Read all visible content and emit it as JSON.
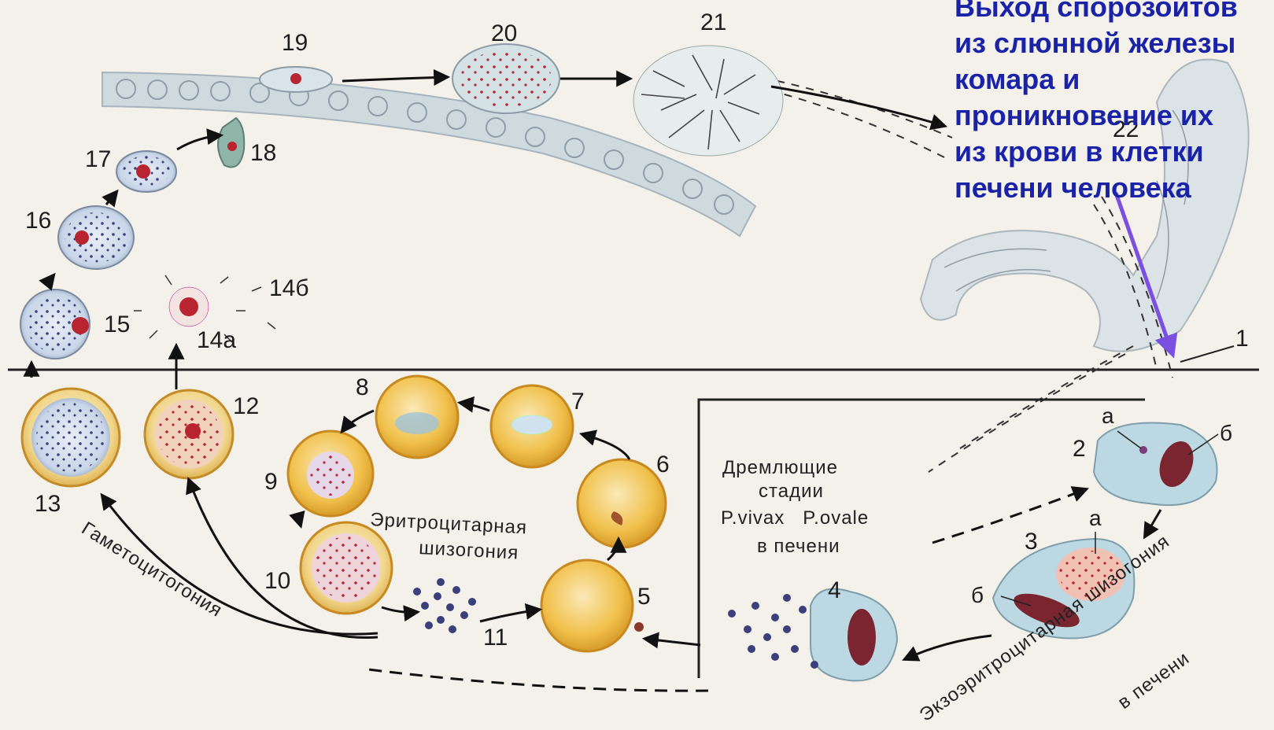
{
  "stage_numbers": [
    "1",
    "2",
    "3",
    "4",
    "5",
    "6",
    "7",
    "8",
    "9",
    "10",
    "11",
    "12",
    "13",
    "14а",
    "14б",
    "15",
    "16",
    "17",
    "18",
    "19",
    "20",
    "21",
    "22"
  ],
  "sub_labels": {
    "a": "а",
    "b": "б"
  },
  "captions": {
    "dormant_line1": "Дремлющие",
    "dormant_line2": "стадии",
    "dormant_line3": "P.vivax   P.ovale",
    "dormant_line4": "в печени",
    "erythro_line1": "Эритроцитарная",
    "erythro_line2": "шизогония",
    "gametocytogony": "Гаметоцитогония",
    "exoerythro_line1": "Экзоэритроцитарная шизогония",
    "exoerythro_line2": "в печени"
  },
  "note_lines": [
    "Выход спорозоитов",
    "из слюнной железы",
    "комара и",
    "проникновение их",
    "из крови в клетки",
    "печени человека"
  ],
  "colors": {
    "note_text": "#1a23a8",
    "note_arrow": "#7b4fe0",
    "erythrocyte": "#f1c44a",
    "parasite": "#b8242f",
    "liver_cell": "#bcd8e2",
    "gut_wall": "#c9d6de"
  }
}
